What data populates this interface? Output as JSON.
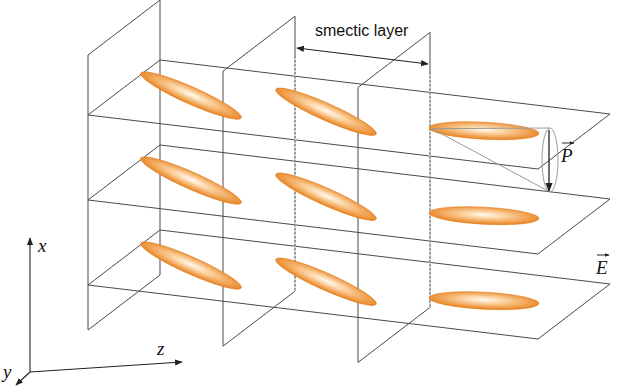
{
  "diagram": {
    "labels": [
      "smectic layer",
      "P",
      "x",
      "E",
      "z",
      "y"
    ]
  }
}
